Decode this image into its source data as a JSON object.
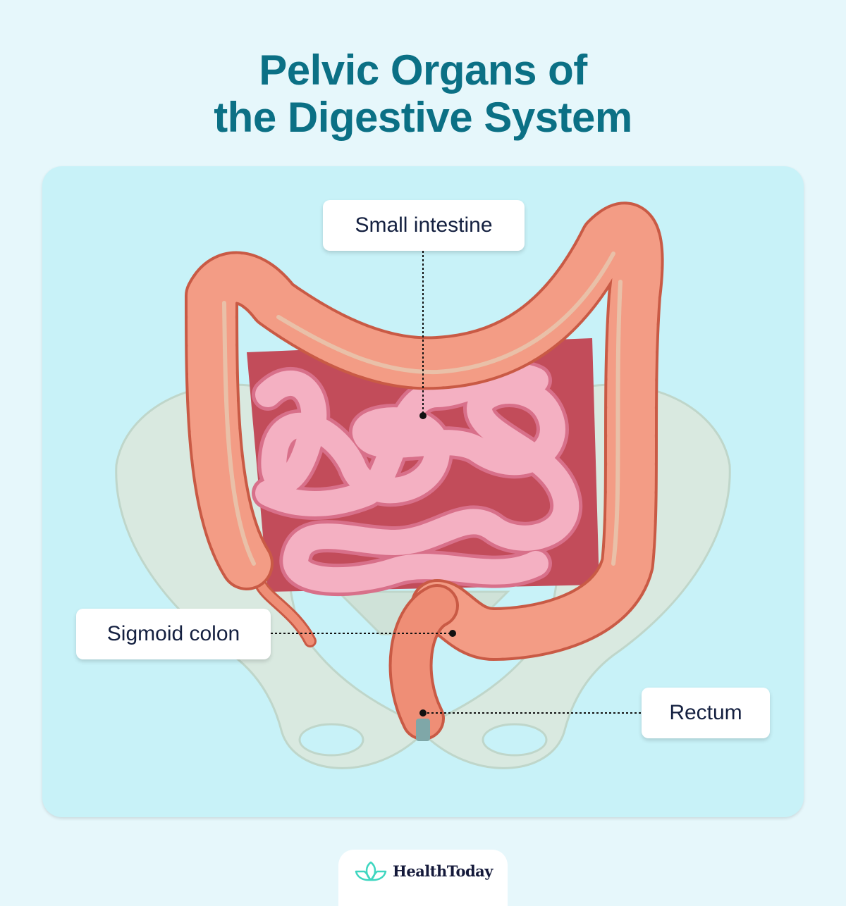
{
  "title": {
    "line1": "Pelvic Organs of",
    "line2": "the Digestive System"
  },
  "labels": {
    "small_intestine": "Small intestine",
    "sigmoid_colon": "Sigmoid colon",
    "rectum": "Rectum"
  },
  "footer": {
    "brand": "HealthToday",
    "icon": "lotus-icon"
  },
  "colors": {
    "title": "#0b7085",
    "panel": "#c8f2f8",
    "colon": "#ef8e76",
    "small_intestine": "#f2a6b8",
    "pelvis": "#d9e9e0"
  }
}
